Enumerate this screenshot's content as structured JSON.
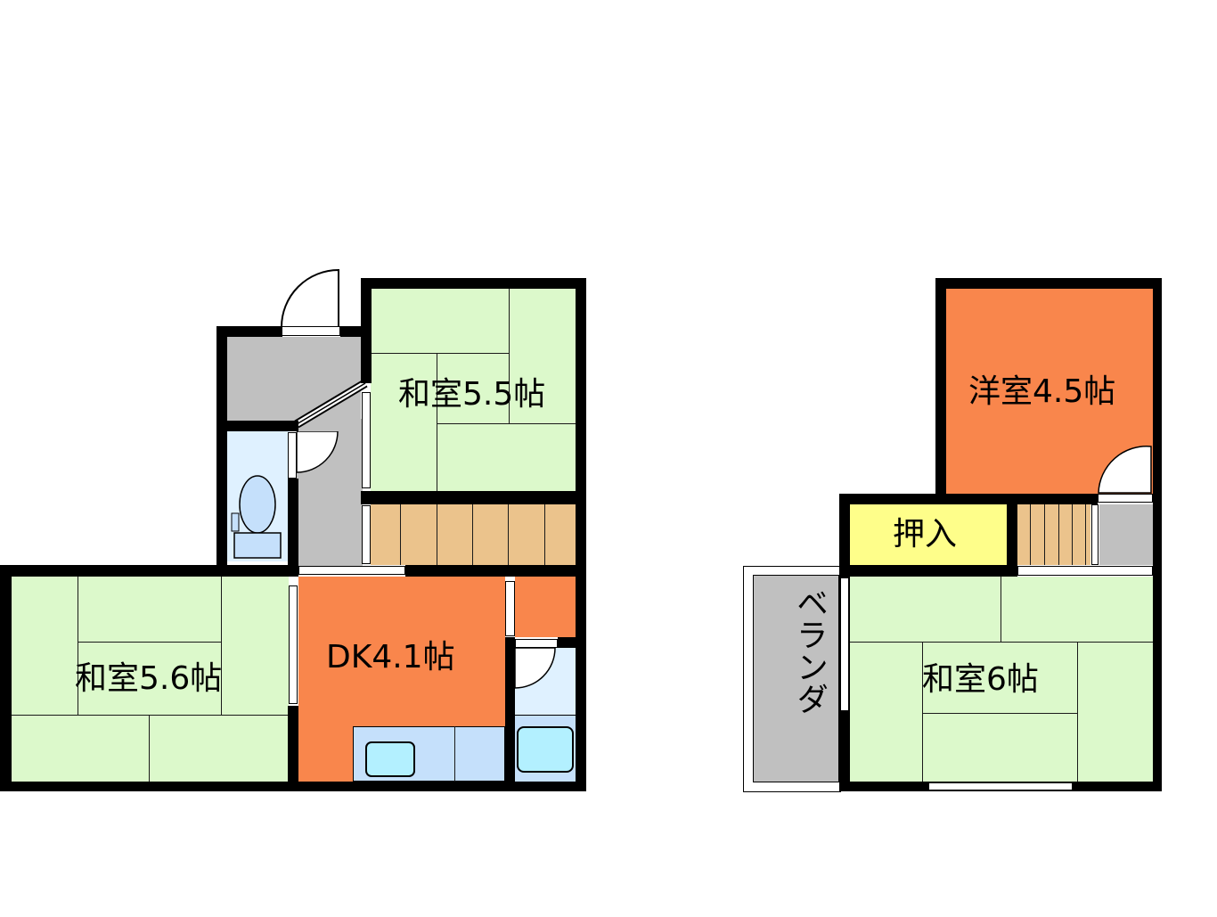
{
  "floor_plan": {
    "floor1": {
      "rooms": [
        {
          "id": "washitsu-5-5",
          "label": "和室5.5帖",
          "type": "japanese-room",
          "color": "#dcf9cb"
        },
        {
          "id": "washitsu-5-6",
          "label": "和室5.6帖",
          "type": "japanese-room",
          "color": "#dcf9cb"
        },
        {
          "id": "dk-4-1",
          "label": "DK4.1帖",
          "type": "dining-kitchen",
          "color": "#f9864c"
        },
        {
          "id": "entrance",
          "label": "",
          "type": "entrance",
          "color": "#c0c0c0"
        },
        {
          "id": "toilet",
          "label": "",
          "type": "toilet",
          "color": "#dff1ff"
        },
        {
          "id": "bathroom",
          "label": "",
          "type": "bath",
          "color": "#c5e0fb"
        },
        {
          "id": "stairs",
          "label": "",
          "type": "stairs",
          "color": "#ebc38c"
        }
      ]
    },
    "floor2": {
      "rooms": [
        {
          "id": "yoshitsu-4-5",
          "label": "洋室4.5帖",
          "type": "western-room",
          "color": "#f9864c"
        },
        {
          "id": "oshiire",
          "label": "押入",
          "type": "closet",
          "color": "#fefe8a"
        },
        {
          "id": "washitsu-6",
          "label": "和室6帖",
          "type": "japanese-room",
          "color": "#dcf9cb"
        },
        {
          "id": "veranda",
          "label": "ベランダ",
          "type": "veranda",
          "color": "#c0c0c0"
        },
        {
          "id": "stairs2",
          "label": "",
          "type": "stairs",
          "color": "#ebc38c"
        }
      ]
    }
  }
}
